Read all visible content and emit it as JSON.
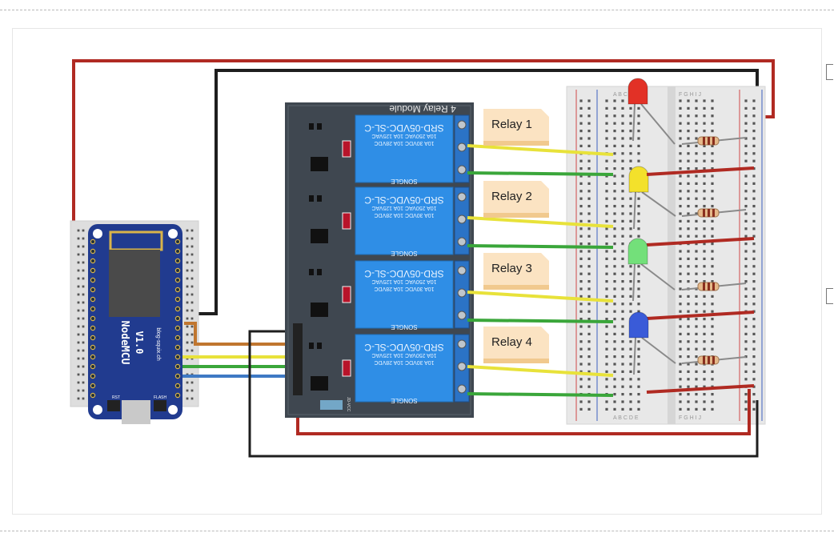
{
  "module": {
    "title": "4 Relay Module",
    "relay_model": "SRD-05VDC-SL-C",
    "relay_spec_1": "10A 250VAC 10A 125VAC",
    "relay_spec_2": "10A 30VDC 10A 28VDC",
    "relay_brand": "SONGLE",
    "jumper_label": "JD-VCC"
  },
  "labels": [
    "Relay 1",
    "Relay 2",
    "Relay 3",
    "Relay 4"
  ],
  "board": {
    "name": "NodeMCU",
    "version": "V1.0",
    "url": "blog-squix.ch",
    "rst_label": "RST",
    "flash_label": "FLASH"
  },
  "breadboard": {
    "column_letters": "A B C D E",
    "column_letters_right": "F G H I J"
  },
  "colors": {
    "wire_red": "#b02a22",
    "wire_black": "#1e1e1e",
    "wire_yellow": "#e8e23a",
    "wire_green": "#3aa63a",
    "wire_orange": "#c0762f",
    "wire_blue": "#3e79c4",
    "wire_gray": "#8a8a8a",
    "relay_blue": "#2f8ee6",
    "module_dark": "#3f4750",
    "board_blue": "#213b8f",
    "led_red": "#e23126",
    "led_yellow": "#f3e12b",
    "led_green": "#73e07a",
    "led_blue": "#3a5bd8"
  }
}
